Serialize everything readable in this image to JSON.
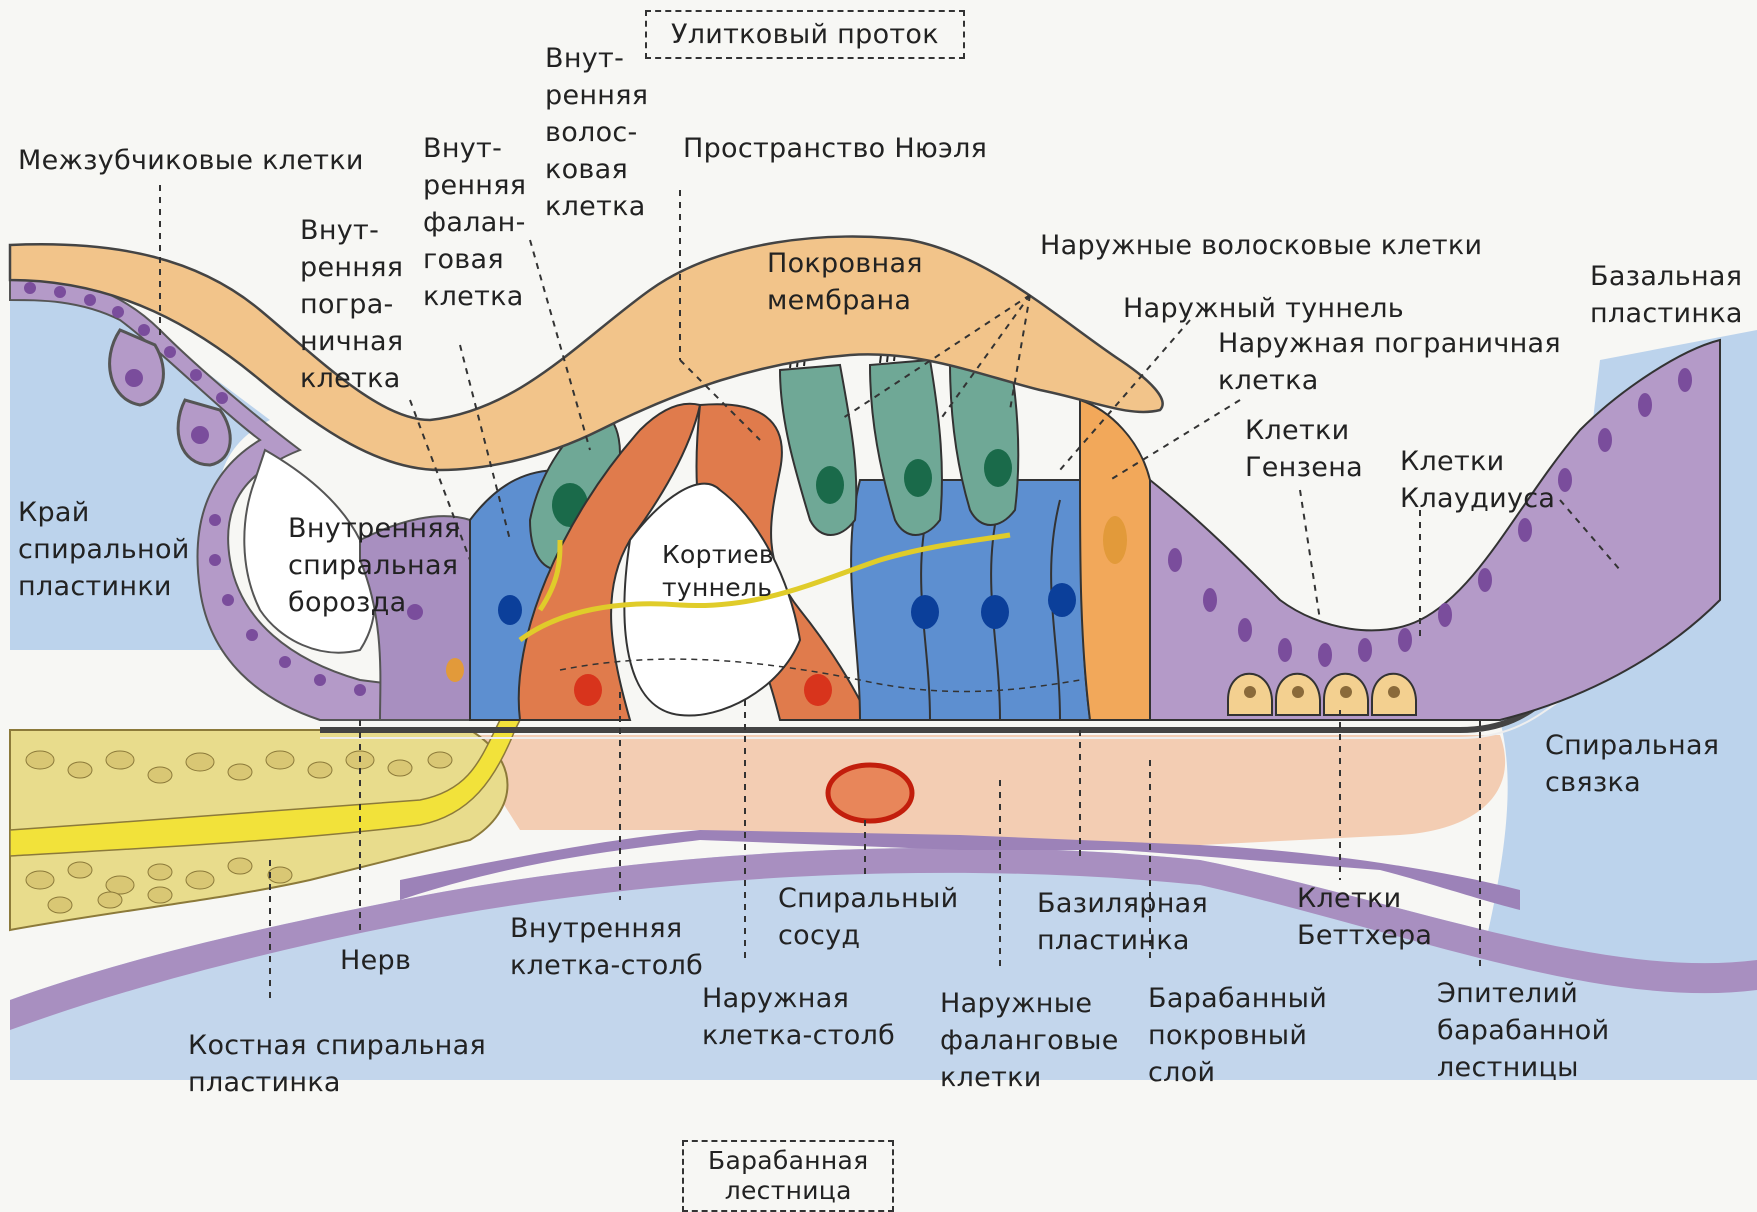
{
  "labels": {
    "cochlear_duct": "Улитковый проток",
    "tympanic_scala": "Барабанная\nлестница",
    "interdental_cells": "Межзубчиковые клетки",
    "inner_hair_cell": "Внут-\nренняя\nволос-\nковая\nклетка",
    "inner_phalangeal_cell": "Внут-\nренняя\nфалан-\nговая\nклетка",
    "inner_border_cell": "Внут-\nренняя\nпогра-\nничная\nклетка",
    "nuel_space": "Пространство Нюэля",
    "tectorial_membrane": "Покровная\nмембрана",
    "outer_hair_cells": "Наружные волосковые клетки",
    "outer_tunnel": "Наружный туннель",
    "outer_border_cell": "Наружная пограничная\nклетка",
    "basal_lamina": "Базальная\nпластинка",
    "hensen_cells": "Клетки\nГензена",
    "claudius_cells": "Клетки\nКлаудиуса",
    "spiral_limbus_edge": "Край\nспиральной\nпластинки",
    "inner_spiral_sulcus": "Внутренняя\nспиральная\nборозда",
    "corti_tunnel": "Кортиев\nтуннель",
    "spiral_ligament": "Спиральная\nсвязка",
    "nerve": "Нерв",
    "osseous_spiral_lamina": "Костная спиральная\nпластинка",
    "inner_pillar_cell": "Внутренняя\nклетка-столб",
    "outer_pillar_cell": "Наружная\nклетка-столб",
    "spiral_vessel": "Спиральный\nсосуд",
    "outer_phalangeal_cells": "Наружные\nфаланговые\nклетки",
    "basilar_membrane": "Базилярная\nпластинка",
    "tympanic_covering_layer": "Барабанный\nпокровный\nслой",
    "boettcher_cells": "Клетки\nБеттхера",
    "tympanic_scala_epithelium": "Эпителий\nбарабанной\nлестницы"
  },
  "colors": {
    "endolymph_blue": "#b9d0ea",
    "tectorial_orange": "#f2c48a",
    "epithelium_purple": "#b49ac8",
    "nucleus_purple": "#7a4d9c",
    "phalangeal_blue": "#5d8fd0",
    "pillar_orange": "#e07b4c",
    "hair_cell_green": "#6fa896",
    "bone_yellow": "#e8dc8c",
    "nerve_yellow": "#f2e23a",
    "basilar_peach": "#f3cdb3",
    "vessel_red": "#d8341c"
  }
}
